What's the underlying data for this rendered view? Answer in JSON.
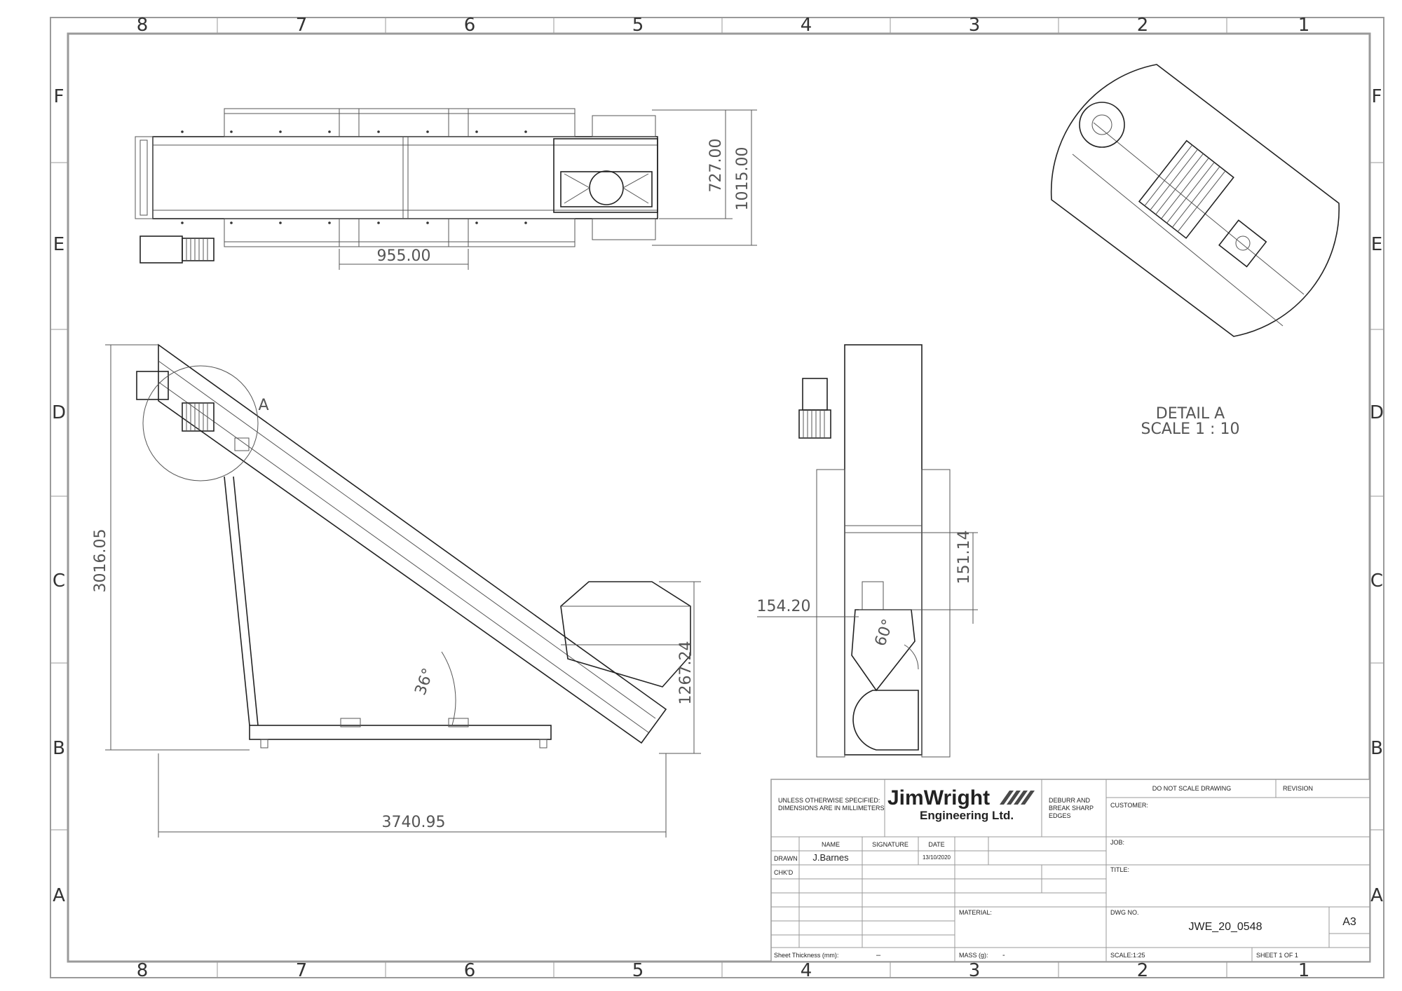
{
  "zones": {
    "columns": [
      "8",
      "7",
      "6",
      "5",
      "4",
      "3",
      "2",
      "1"
    ],
    "rows": [
      "F",
      "E",
      "D",
      "C",
      "B",
      "A"
    ]
  },
  "dimensions": {
    "top_width_inner": "727.00",
    "top_width_outer": "1015.00",
    "top_spacing": "955.00",
    "side_height": "3016.05",
    "side_length": "3740.95",
    "hopper_height": "1267.24",
    "side_angle": "36°",
    "end_offset": "154.20",
    "end_height": "151.14",
    "end_angle": "60°"
  },
  "detail": {
    "callout": "A",
    "title": "DETAIL A",
    "scale": "SCALE 1 : 10"
  },
  "title_block": {
    "units_note": "UNLESS OTHERWISE SPECIFIED:\nDIMENSIONS ARE IN MILLIMETERS",
    "logo_main": "JimWright",
    "logo_sub": "Engineering Ltd.",
    "edges_note": "DEBURR AND\nBREAK SHARP\nEDGES",
    "no_scale": "DO NOT SCALE DRAWING",
    "revision_label": "REVISION",
    "customer_label": "CUSTOMER:",
    "headers": {
      "name": "NAME",
      "signature": "SIGNATURE",
      "date": "DATE"
    },
    "drawn_label": "DRAWN",
    "drawn_name": "J.Barnes",
    "drawn_date": "13/10/2020",
    "checked_label": "CHK'D",
    "job_label": "JOB:",
    "title_label": "TITLE:",
    "material_label": "MATERIAL:",
    "dwg_label": "DWG NO.",
    "dwg_no": "JWE_20_0548",
    "sheet_size": "A3",
    "thickness_label": "Sheet Thickness (mm):",
    "thickness_value": "–",
    "mass_label": "MASS (g):",
    "mass_value": "-",
    "scale": "SCALE:1:25",
    "sheet": "SHEET 1 OF 1"
  }
}
